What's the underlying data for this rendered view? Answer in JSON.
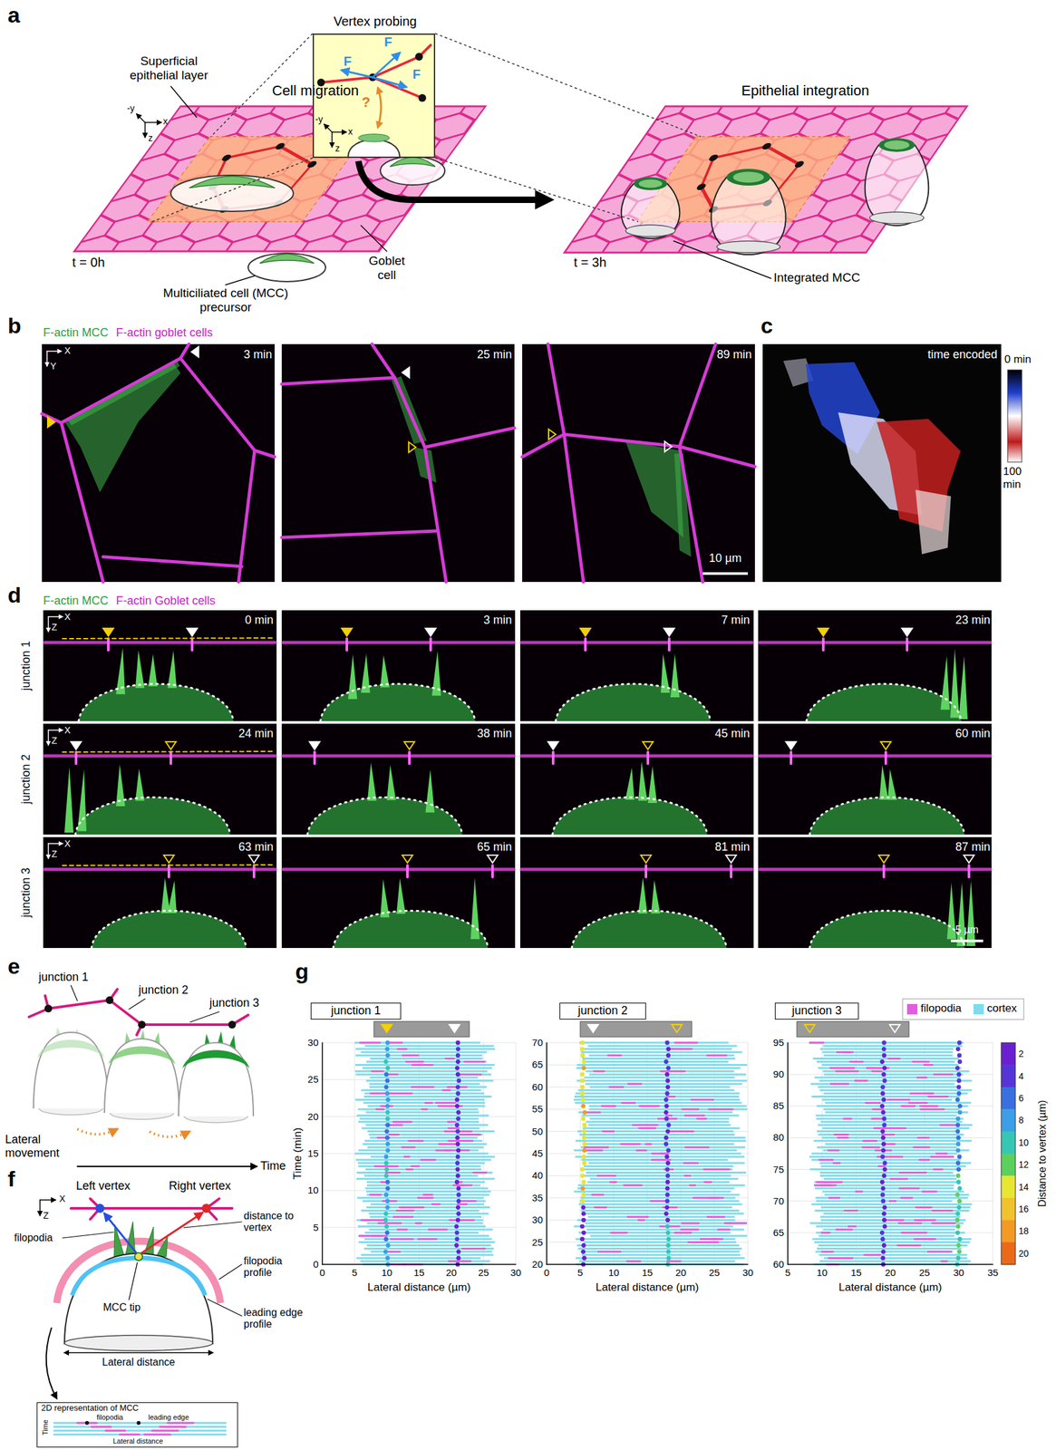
{
  "diagram": {
    "nodes": [
      {
        "text": [
          "Vertex probing"
        ]
      },
      {
        "text": [
          "junction 1"
        ]
      },
      {
        "text": [
          "junction 2"
        ]
      },
      {
        "text": [
          "junction 3"
        ]
      },
      {
        "text": [
          "2D representation of MCC",
          "filopodia",
          "leading edge",
          "Time",
          "Lateral distance"
        ]
      }
    ],
    "labels": [
      "a",
      "Superficial epithelial layer",
      "x",
      "-y",
      "z",
      "Cell migration",
      "t = 0h",
      "Goblet cell",
      "Multiciliated cell (MCC) precursor",
      "F",
      "F",
      "F",
      "x",
      "-y",
      "z",
      "?",
      "Epithelial integration",
      "t = 3h",
      "Integrated MCC",
      "b",
      "F-actin MCC",
      "F-actin goblet cells",
      "X",
      "Y",
      "3 min",
      "25 min",
      "89 min",
      "10 µm",
      "c",
      "time encoded",
      "0 min",
      "100 min",
      "d",
      "F-actin MCC",
      "F-actin Goblet cells",
      "junction 1",
      "junction 2",
      "junction 3",
      "X",
      "Z",
      "X",
      "Z",
      "X",
      "Z",
      "0 min",
      "3 min",
      "7 min",
      "23 min",
      "24 min",
      "38 min",
      "45 min",
      "60 min",
      "63 min",
      "65 min",
      "81 min",
      "87 min",
      "5 µm",
      "e",
      "junction 1",
      "junction 2",
      "junction 3",
      "Lateral movement",
      "Time",
      "f",
      "Left vertex",
      "Right vertex",
      "X",
      "Z",
      "distance to vertex",
      "filopodia",
      "filopodia profile",
      "MCC tip",
      "leading edge profile",
      "Lateral distance",
      "g",
      "0",
      "5",
      "10",
      "15",
      "20",
      "25",
      "30",
      "0",
      "5",
      "10",
      "15",
      "20",
      "25",
      "30",
      "Time (min)",
      "Lateral distance (µm)",
      "20",
      "25",
      "30",
      "35",
      "40",
      "45",
      "50",
      "55",
      "60",
      "65",
      "70",
      "0",
      "5",
      "10",
      "15",
      "20",
      "25",
      "30",
      "Lateral distance (µm)",
      "60",
      "65",
      "70",
      "75",
      "80",
      "85",
      "90",
      "95",
      "5",
      "10",
      "15",
      "20",
      "25",
      "30",
      "35",
      "Lateral distance (µm)",
      "2",
      "4",
      "6",
      "8",
      "10",
      "12",
      "14",
      "16",
      "18",
      "20",
      "Distance to vertex (µm)"
    ],
    "legend": [
      {
        "text": "filopodia",
        "color": "#e65ce0"
      },
      {
        "text": "cortex",
        "color": "#7fdcec"
      }
    ]
  }
}
